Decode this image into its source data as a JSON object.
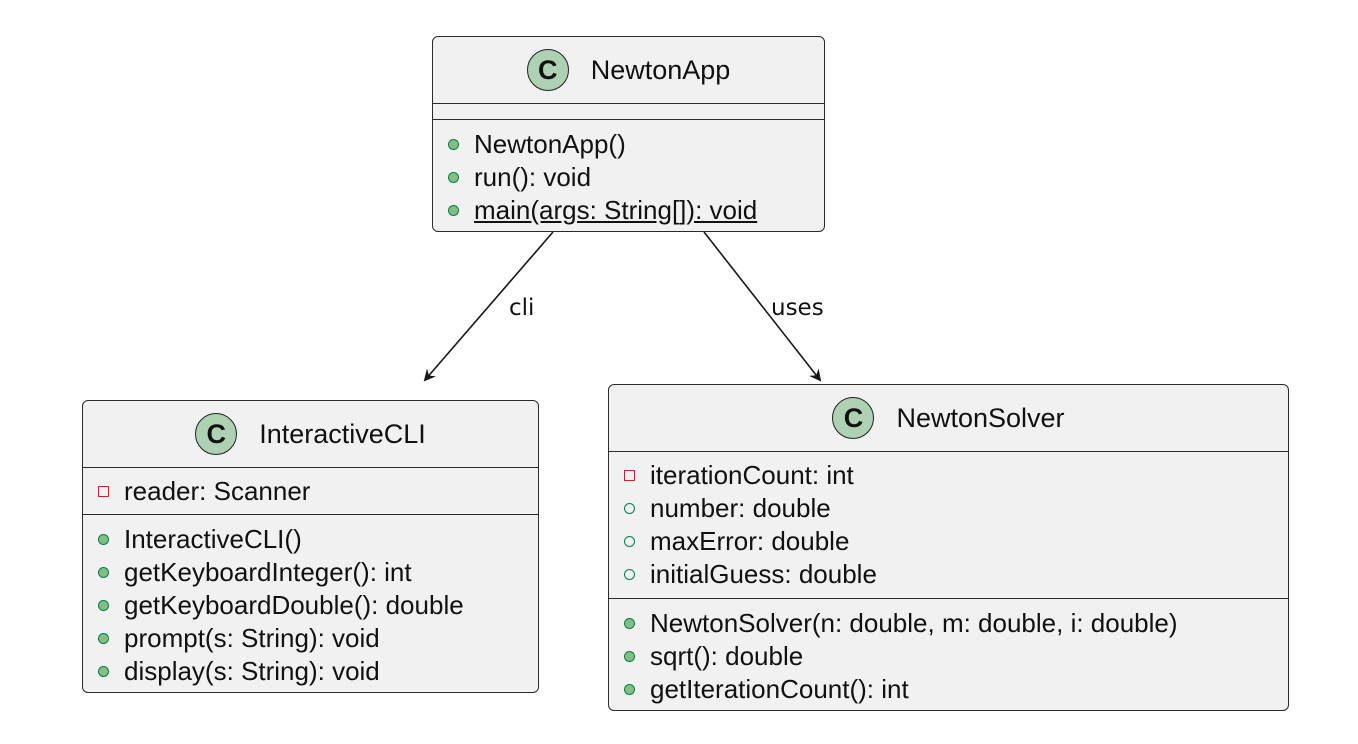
{
  "classes": {
    "newton_app": {
      "name": "NewtonApp",
      "stereotype_letter": "C",
      "attributes": [],
      "methods": [
        {
          "text": "NewtonApp()",
          "visibility": "public"
        },
        {
          "text": "run(): void",
          "visibility": "public"
        },
        {
          "text": "main(args: String[]): void",
          "visibility": "public",
          "static": true
        }
      ]
    },
    "interactive_cli": {
      "name": "InteractiveCLI",
      "stereotype_letter": "C",
      "attributes": [
        {
          "text": "reader: Scanner",
          "visibility": "private"
        }
      ],
      "methods": [
        {
          "text": "InteractiveCLI()",
          "visibility": "public"
        },
        {
          "text": "getKeyboardInteger(): int",
          "visibility": "public"
        },
        {
          "text": "getKeyboardDouble(): double",
          "visibility": "public"
        },
        {
          "text": "prompt(s: String): void",
          "visibility": "public"
        },
        {
          "text": "display(s: String): void",
          "visibility": "public"
        }
      ]
    },
    "newton_solver": {
      "name": "NewtonSolver",
      "stereotype_letter": "C",
      "attributes": [
        {
          "text": "iterationCount: int",
          "visibility": "private"
        },
        {
          "text": "number: double",
          "visibility": "public"
        },
        {
          "text": "maxError: double",
          "visibility": "public"
        },
        {
          "text": "initialGuess: double",
          "visibility": "public"
        }
      ],
      "methods": [
        {
          "text": "NewtonSolver(n: double, m: double, i: double)",
          "visibility": "public"
        },
        {
          "text": "sqrt(): double",
          "visibility": "public"
        },
        {
          "text": "getIterationCount(): int",
          "visibility": "public"
        }
      ]
    }
  },
  "relations": {
    "cli": {
      "from": "NewtonApp",
      "to": "InteractiveCLI",
      "label": "cli"
    },
    "uses": {
      "from": "NewtonApp",
      "to": "NewtonSolver",
      "label": "uses"
    }
  },
  "colors": {
    "box_fill": "#f1f1f1",
    "box_border": "#2a2a2a",
    "class_icon_fill": "#add1b2",
    "public_method_dot": "#84be84",
    "public_border": "#038048",
    "private_border": "#c82930",
    "arrow": "#181818"
  },
  "icons": {
    "class": "class-icon",
    "public_method": "public-method-icon",
    "public_field": "public-field-icon",
    "private_field": "private-field-icon"
  }
}
